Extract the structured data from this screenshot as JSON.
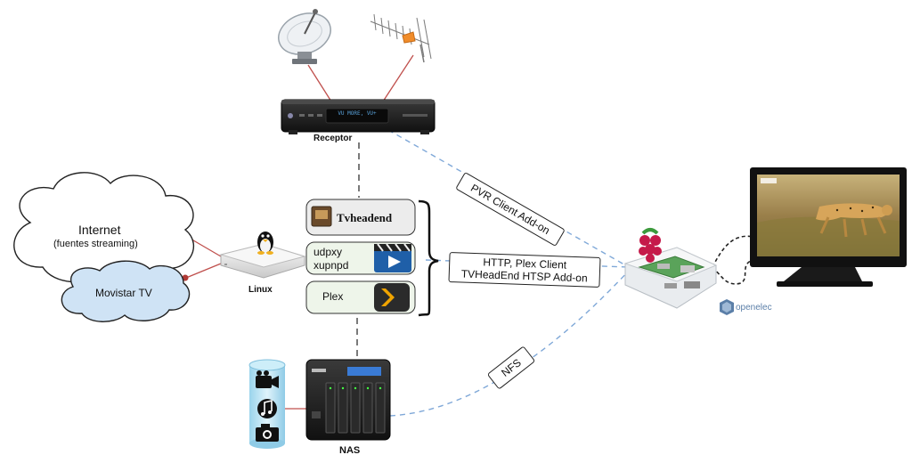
{
  "devices": {
    "receptor": "Receptor",
    "linux": "Linux",
    "nas": "NAS"
  },
  "clouds": {
    "internet_title": "Internet",
    "internet_sub": "(fuentes streaming)",
    "movistar": "Movistar TV"
  },
  "services": {
    "tvheadend": "Tvheadend",
    "udpxy": "udpxy",
    "xupnpd": "xupnpd",
    "plex": "Plex"
  },
  "connections": {
    "pvr": "PVR Client Add-on",
    "http_line1": "HTTP, Plex Client",
    "http_line2": "TVHeadEnd HTSP Add-on",
    "nfs": "NFS"
  },
  "receiver_display": "VU MORE, VU+",
  "openelec": "openelec",
  "colors": {
    "red_link": "#c0504d",
    "blue_dashed": "#7fa8d8",
    "cloud_fill": "#ffffff",
    "movistar_fill": "#cfe3f5",
    "service_fill": "#eef5ea",
    "tvheadend_fill": "#ececec"
  }
}
